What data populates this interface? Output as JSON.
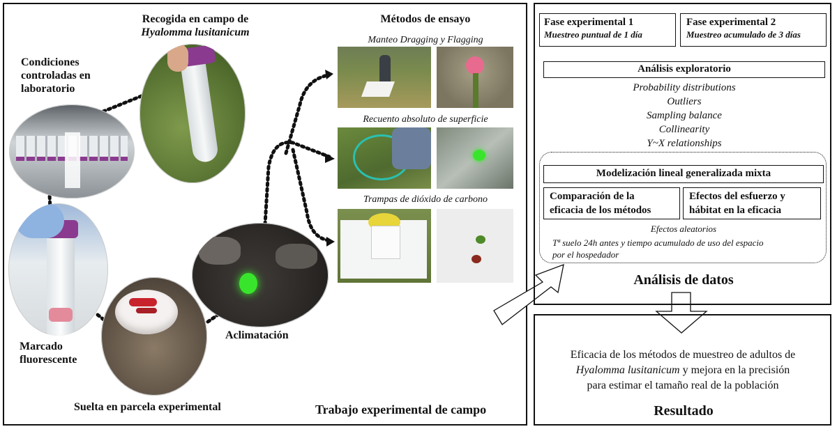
{
  "left_panel": {
    "title_field_collection_line1": "Recogida en campo de",
    "title_field_collection_line2": "Hyalomma lusitanicum",
    "lab_conditions": [
      "Condiciones",
      "controladas en",
      "laboratorio"
    ],
    "marking": [
      "Marcado",
      "fluorescente"
    ],
    "release": "Suelta en parcela experimental",
    "acclimation": "Aclimatación",
    "methods_title": "Métodos de ensayo",
    "method_1": "Manteo Dragging y Flagging",
    "method_2": "Recuento absoluto de superficie",
    "method_3": "Trampas de dióxido de carbono",
    "panel_title": "Trabajo experimental de campo"
  },
  "analysis_panel": {
    "phase1_title": "Fase experimental 1",
    "phase1_sub": "Muestreo puntual de 1 día",
    "phase2_title": "Fase experimental 2",
    "phase2_sub": "Muestreo acumulado de 3 días",
    "exploratory_title": "Análisis exploratorio",
    "exploratory_items": [
      "Probability distributions",
      "Outliers",
      "Sampling balance",
      "Collinearity",
      "Y~X relationships"
    ],
    "glmm_title": "Modelización lineal generalizada mixta",
    "comparison": [
      "Comparación de la",
      "eficacia de los métodos"
    ],
    "effects": [
      "Efectos del esfuerzo y",
      "hábitat en la eficacia"
    ],
    "random_effects_title": "Efectos aleatorios",
    "random_effects_line1": "Tª suelo 24h antes y tiempo acumulado de uso del espacio",
    "random_effects_line2": "por  el hospedador",
    "panel_title": "Análisis de datos"
  },
  "result_panel": {
    "line1": "Eficacia de los métodos de muestreo de adultos de",
    "line2_italic": "Hyalomma lusitanicum",
    "line2_rest": " y mejora en la precisión",
    "line3": "para estimar el tamaño real de la población",
    "panel_title": "Resultado"
  },
  "colors": {
    "border": "#111111",
    "grass": "#6f8a45",
    "tube_cap": "#8a3b8f",
    "fluorescent": "#39e52c",
    "red_ticks": "#c8232c"
  }
}
